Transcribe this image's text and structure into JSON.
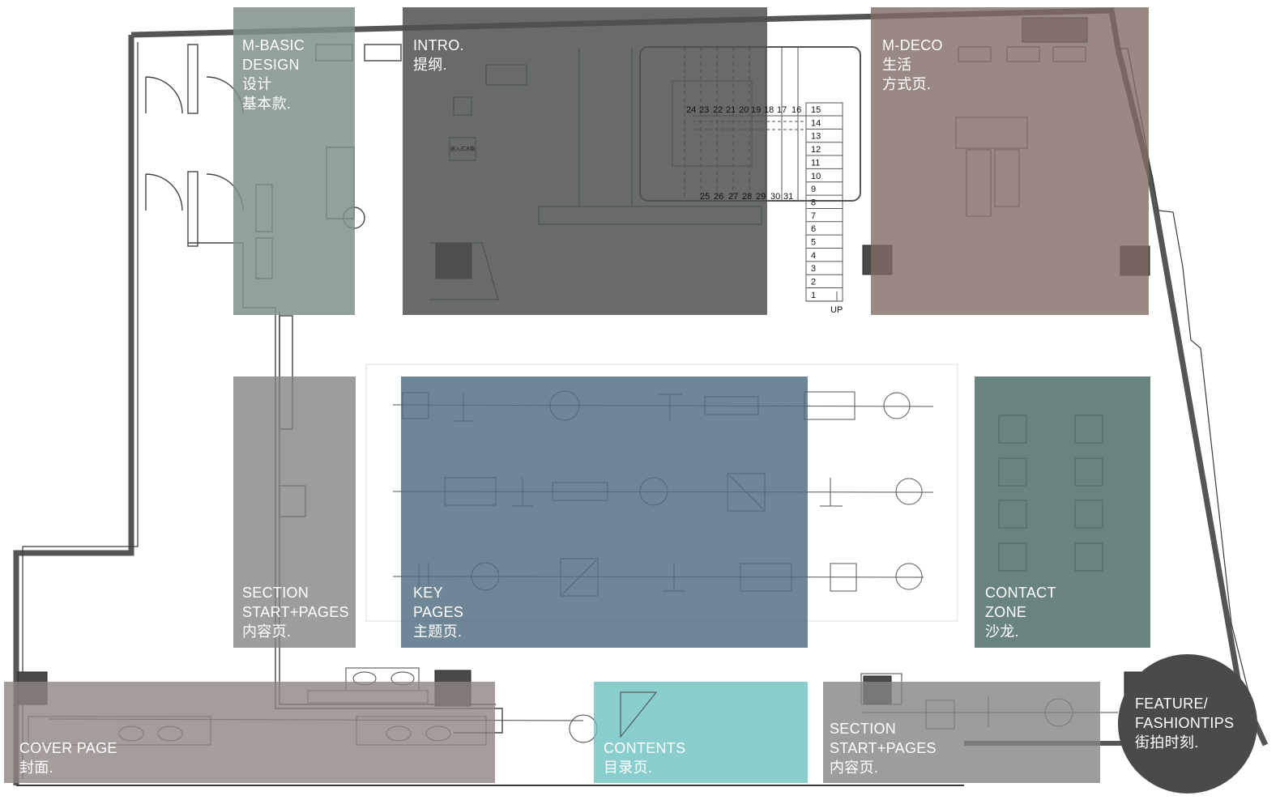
{
  "zones": {
    "m_basic": {
      "lines": [
        "M-BASIC",
        "DESIGN",
        "设计",
        "基本款."
      ],
      "color": "#7f9088"
    },
    "intro": {
      "lines": [
        "INTRO.",
        "提纲."
      ],
      "color": "#4d5150"
    },
    "m_deco": {
      "lines": [
        "M-DECO",
        "生活",
        "方式页."
      ],
      "color": "#7f6b63"
    },
    "section_left": {
      "lines": [
        "SECTION",
        "START+PAGES",
        "内容页."
      ],
      "color": "#858585"
    },
    "key_pages": {
      "lines": [
        "KEY",
        "PAGES",
        "主题页."
      ],
      "color": "#4f6b80"
    },
    "contact": {
      "lines": [
        "CONTACT",
        "ZONE",
        "沙龙."
      ],
      "color": "#4f6d69"
    },
    "cover": {
      "lines": [
        "COVER PAGE",
        "封面."
      ],
      "color": "#8d8583"
    },
    "contents": {
      "lines": [
        "CONTENTS",
        "目录页."
      ],
      "color": "#6cc0bf"
    },
    "section_bottom": {
      "lines": [
        "SECTION",
        "START+PAGES",
        "内容页."
      ],
      "color": "#858585"
    },
    "feature": {
      "lines": [
        "FEATURE/",
        "FASHIONTIPS",
        "街拍时刻."
      ],
      "color": "#4a4a4a"
    }
  },
  "stairs": {
    "upper_row": [
      "24",
      "23",
      "22",
      "21",
      "20",
      "19",
      "18",
      "17",
      "16"
    ],
    "lower_row": [
      "25",
      "26",
      "27",
      "28",
      "29",
      "30",
      "31"
    ],
    "column": [
      "15",
      "14",
      "13",
      "12",
      "11",
      "10",
      "9",
      "8",
      "7",
      "6",
      "5",
      "4",
      "3",
      "2",
      "1"
    ],
    "up_label": "UP"
  },
  "kitchen_label": "嵌入式冰箱"
}
